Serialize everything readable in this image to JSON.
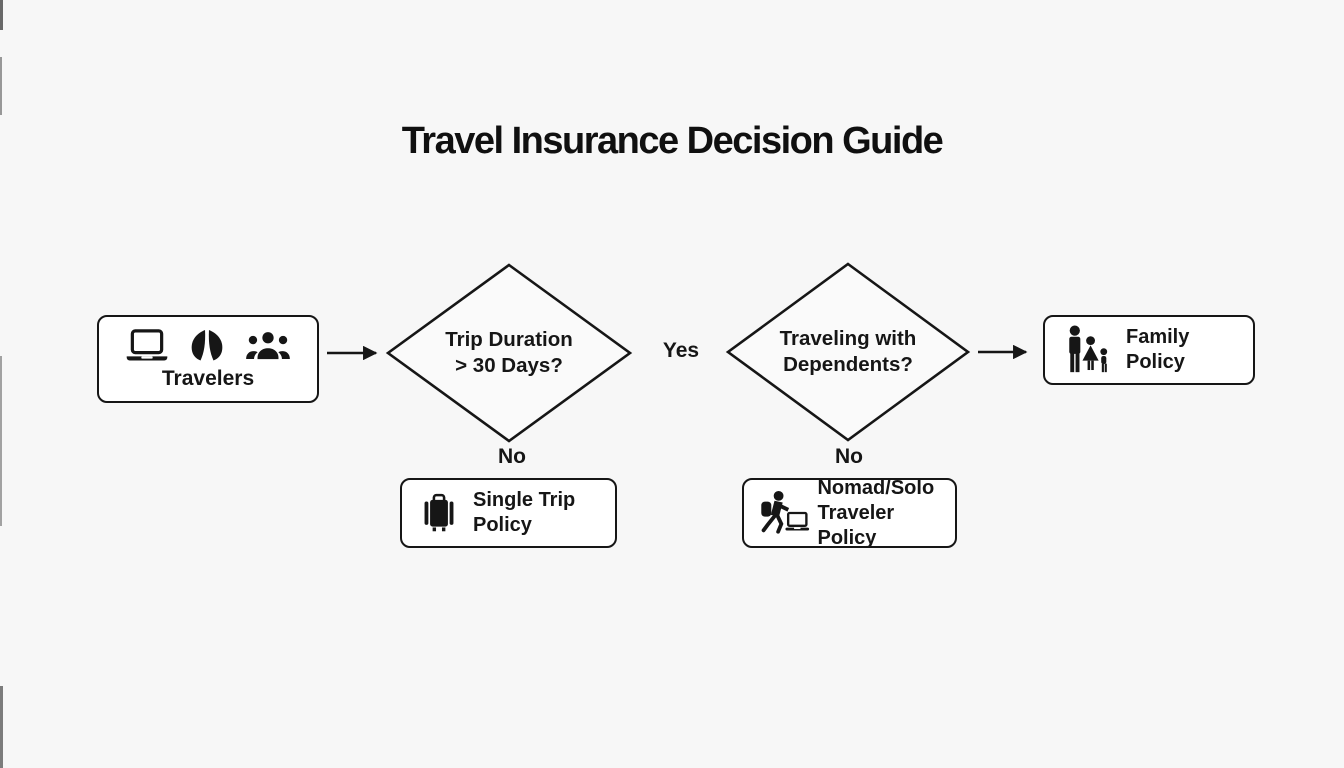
{
  "page": {
    "title": "Travel Insurance Decision Guide",
    "background_color": "#f7f7f7",
    "ink_color": "#161616",
    "node_fill_color": "#ffffff"
  },
  "nodes": {
    "travelers": {
      "label": "Travelers",
      "icons": [
        "laptop-icon",
        "leaf-icon",
        "group-icon"
      ]
    },
    "trip_duration": {
      "line1": "Trip Duration",
      "line2": "> 30 Days?"
    },
    "dependents": {
      "line1": "Traveling with",
      "line2": "Dependents?"
    },
    "single_trip": {
      "line1": "Single Trip",
      "line2": "Policy",
      "icon": "suitcase-icon"
    },
    "nomad": {
      "line1": "Nomad/Solo",
      "line2": "Traveler Policy",
      "icon": "nomad-icon"
    },
    "family": {
      "line1": "Family",
      "line2": "Policy",
      "icon": "family-icon"
    }
  },
  "edges": {
    "yes": "Yes",
    "no_trip": "No",
    "no_dependents": "No"
  }
}
